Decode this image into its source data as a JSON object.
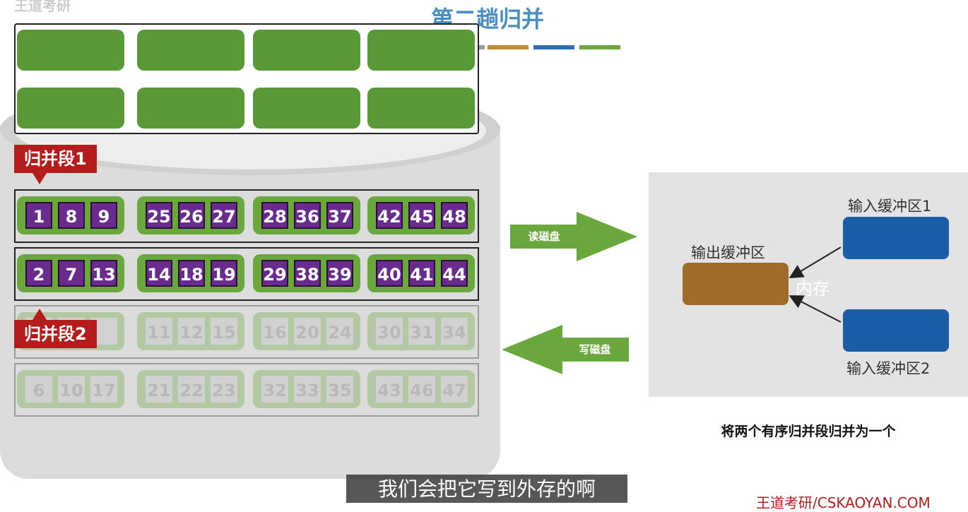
{
  "title": "第二趟归并",
  "watermark_top": "王道考研",
  "legend_colors": [
    "#9b9b9b",
    "#c08a2e",
    "#2e6db4",
    "#6aa83e"
  ],
  "segments": {
    "seg1_label": "归并段1",
    "seg2_label": "归并段2"
  },
  "rows": [
    {
      "blocks": [
        [],
        [],
        [],
        []
      ],
      "state": "top"
    },
    {
      "blocks": [
        [],
        [],
        [],
        []
      ],
      "state": "top"
    },
    {
      "blocks": [
        [
          "1",
          "8",
          "9"
        ],
        [
          "25",
          "26",
          "27"
        ],
        [
          "28",
          "36",
          "37"
        ],
        [
          "42",
          "45",
          "48"
        ]
      ],
      "state": "active"
    },
    {
      "blocks": [
        [
          "2",
          "7",
          "13"
        ],
        [
          "14",
          "18",
          "19"
        ],
        [
          "29",
          "38",
          "39"
        ],
        [
          "40",
          "41",
          "44"
        ]
      ],
      "state": "active"
    },
    {
      "blocks": [
        [
          "",
          "",
          ""
        ],
        [
          "11",
          "12",
          "15"
        ],
        [
          "16",
          "20",
          "24"
        ],
        [
          "30",
          "31",
          "34"
        ]
      ],
      "state": "faded"
    },
    {
      "blocks": [
        [
          "6",
          "10",
          "17"
        ],
        [
          "21",
          "22",
          "23"
        ],
        [
          "32",
          "33",
          "35"
        ],
        [
          "43",
          "46",
          "47"
        ]
      ],
      "state": "faded"
    }
  ],
  "arrows": {
    "read": "读磁盘",
    "write": "写磁盘"
  },
  "memory": {
    "output_label": "输出缓冲区",
    "input1_label": "输入缓冲区1",
    "input2_label": "输入缓冲区2",
    "memory_label": "内存",
    "colors": {
      "output": "#a06a28",
      "input": "#1a5ea8"
    }
  },
  "description": "将两个有序归并段归并为一个",
  "caption": "我们会把它写到外存的啊",
  "brand": "王道考研/CSKAOYAN.COM"
}
